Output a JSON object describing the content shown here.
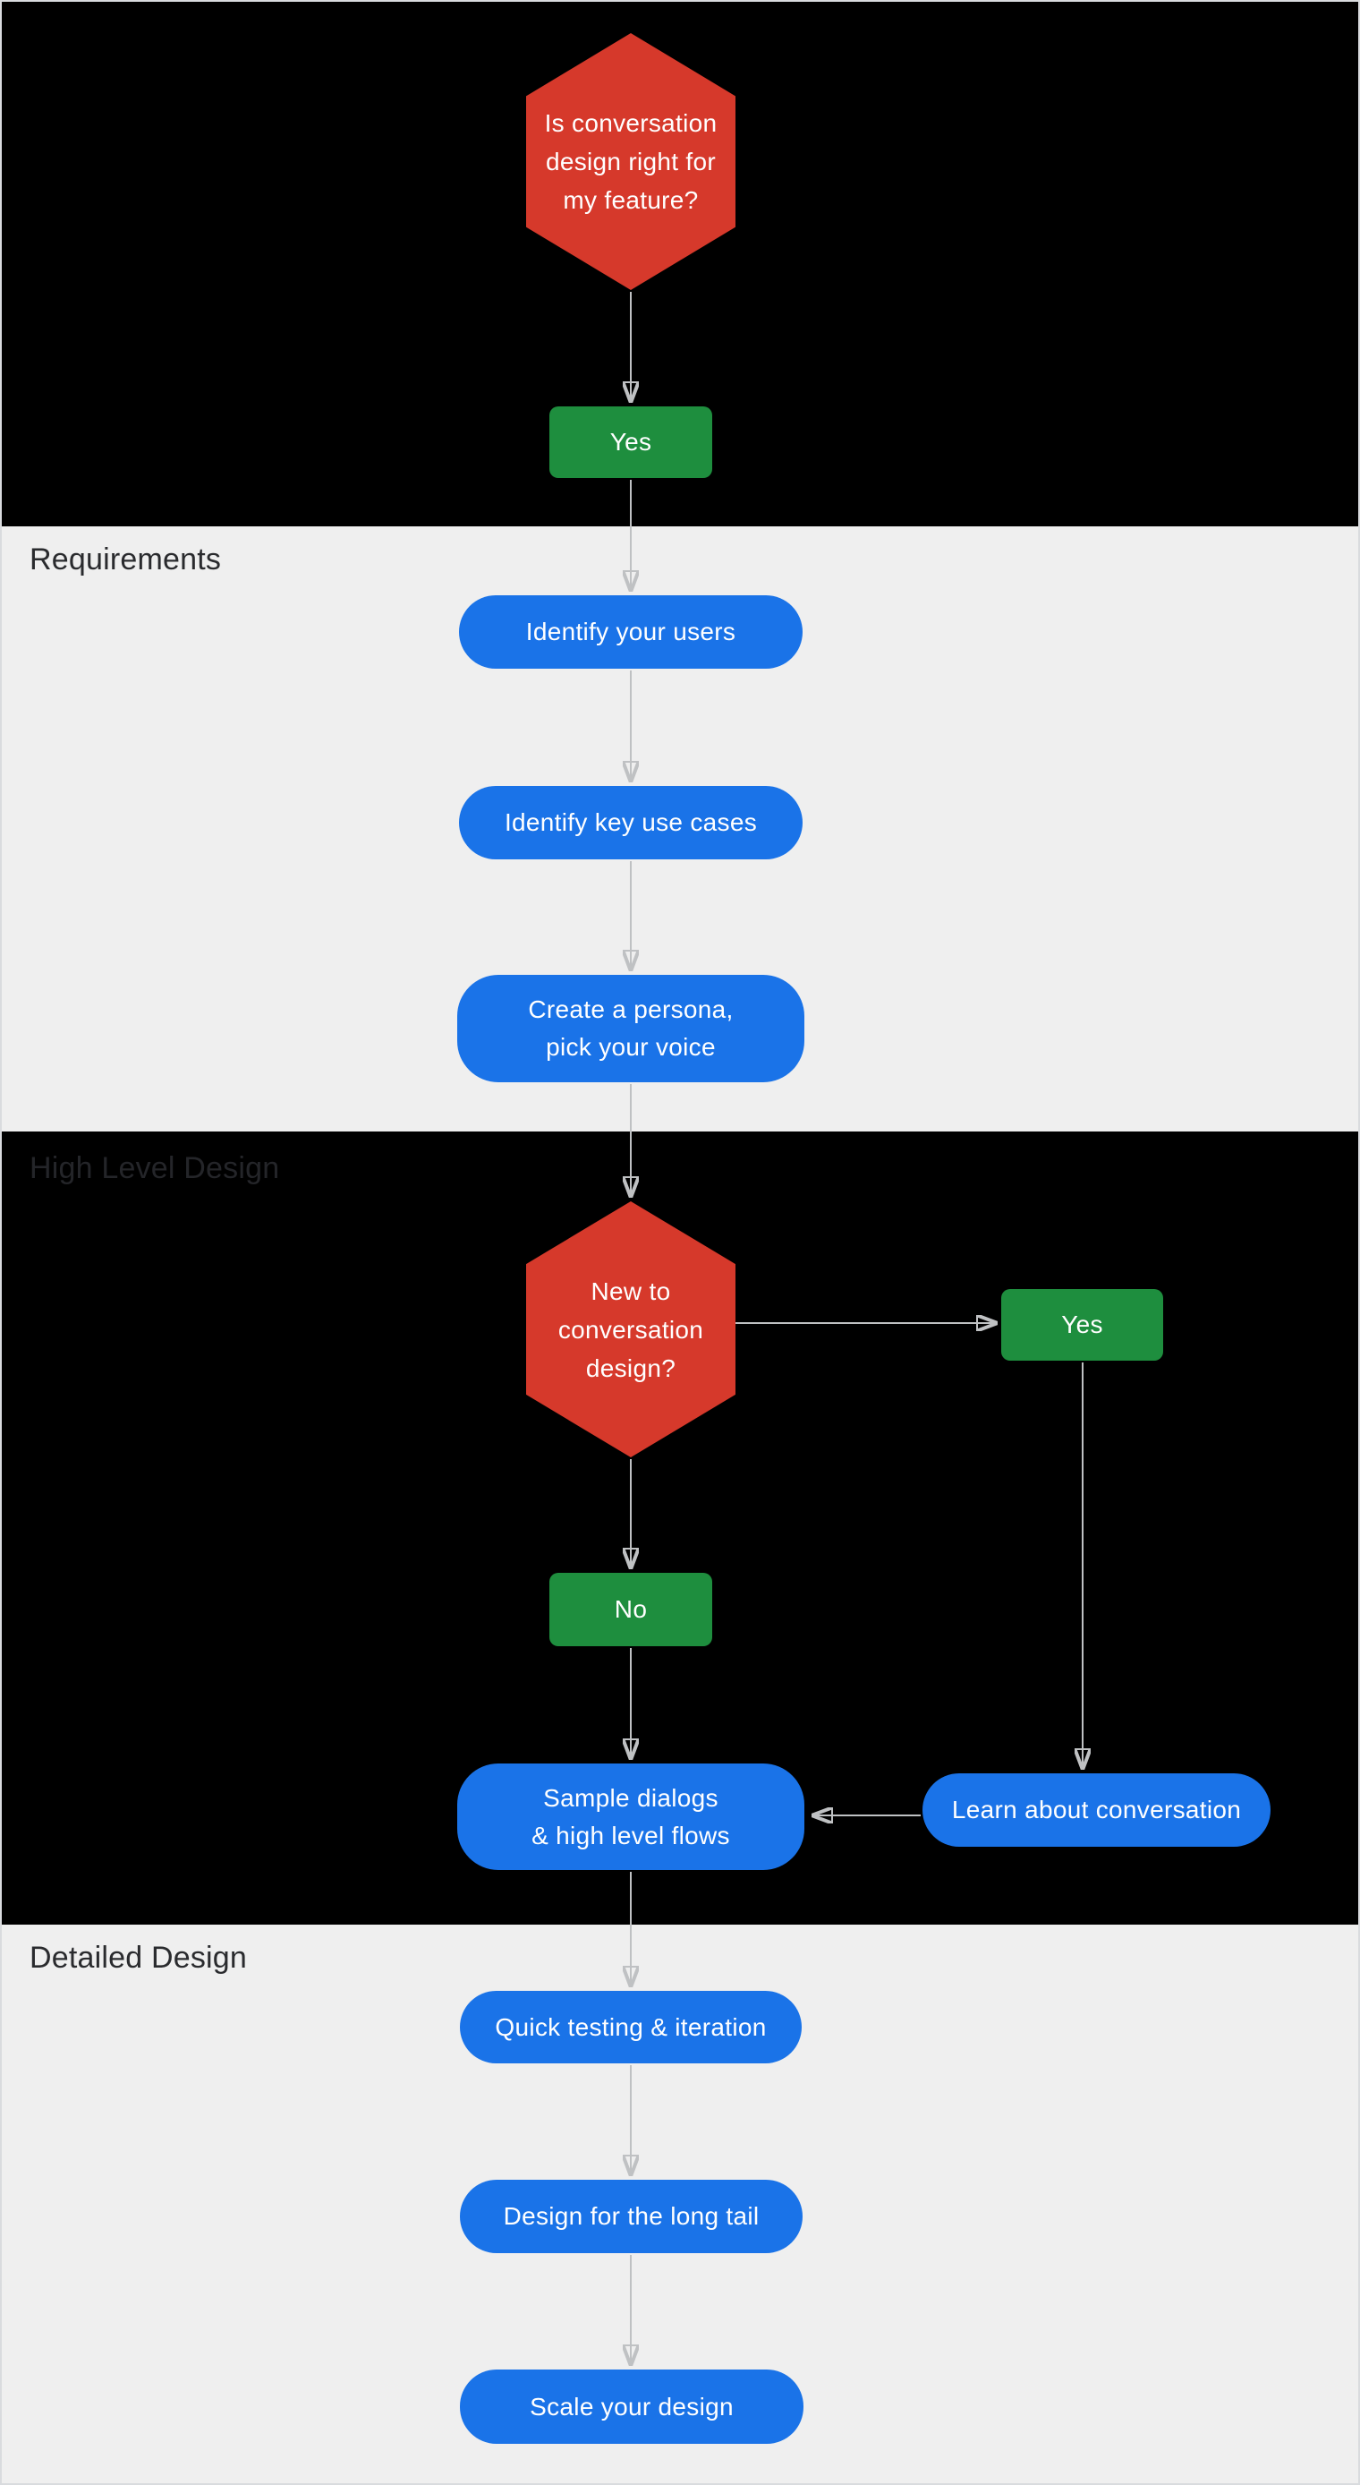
{
  "sections": [
    {
      "id": "requirements",
      "label": "Requirements"
    },
    {
      "id": "high-level-design",
      "label": "High Level Design"
    },
    {
      "id": "detailed-design",
      "label": "Detailed Design"
    }
  ],
  "nodes": {
    "q_fit": {
      "label": "Is conversation\ndesign right for\nmy feature?",
      "type": "decision"
    },
    "yes_fit": {
      "label": "Yes",
      "type": "answer"
    },
    "identify_users": {
      "label": "Identify your users",
      "type": "step"
    },
    "key_use_cases": {
      "label": "Identify key use cases",
      "type": "step"
    },
    "persona": {
      "label": "Create a persona,\npick your voice",
      "type": "step"
    },
    "q_new": {
      "label": "New to\nconversation\ndesign?",
      "type": "decision"
    },
    "yes_new": {
      "label": "Yes",
      "type": "answer"
    },
    "no_new": {
      "label": "No",
      "type": "answer"
    },
    "sample_dialogs": {
      "label": "Sample dialogs\n& high level flows",
      "type": "step"
    },
    "learn": {
      "label": "Learn about conversation",
      "type": "step"
    },
    "quick_testing": {
      "label": "Quick testing & iteration",
      "type": "step"
    },
    "long_tail": {
      "label": "Design for the long tail",
      "type": "step"
    },
    "scale": {
      "label": "Scale your design",
      "type": "step"
    }
  },
  "colors": {
    "decision_red": "#d6392b",
    "answer_green": "#1e8e3e",
    "step_blue": "#1a73e8",
    "arrow_gray": "#bfc1c3",
    "section_dark_bg": "#000000",
    "section_light_bg": "#efefef",
    "section_label_on_light": "#2a2b2e",
    "section_label_on_dark": "#242529"
  }
}
